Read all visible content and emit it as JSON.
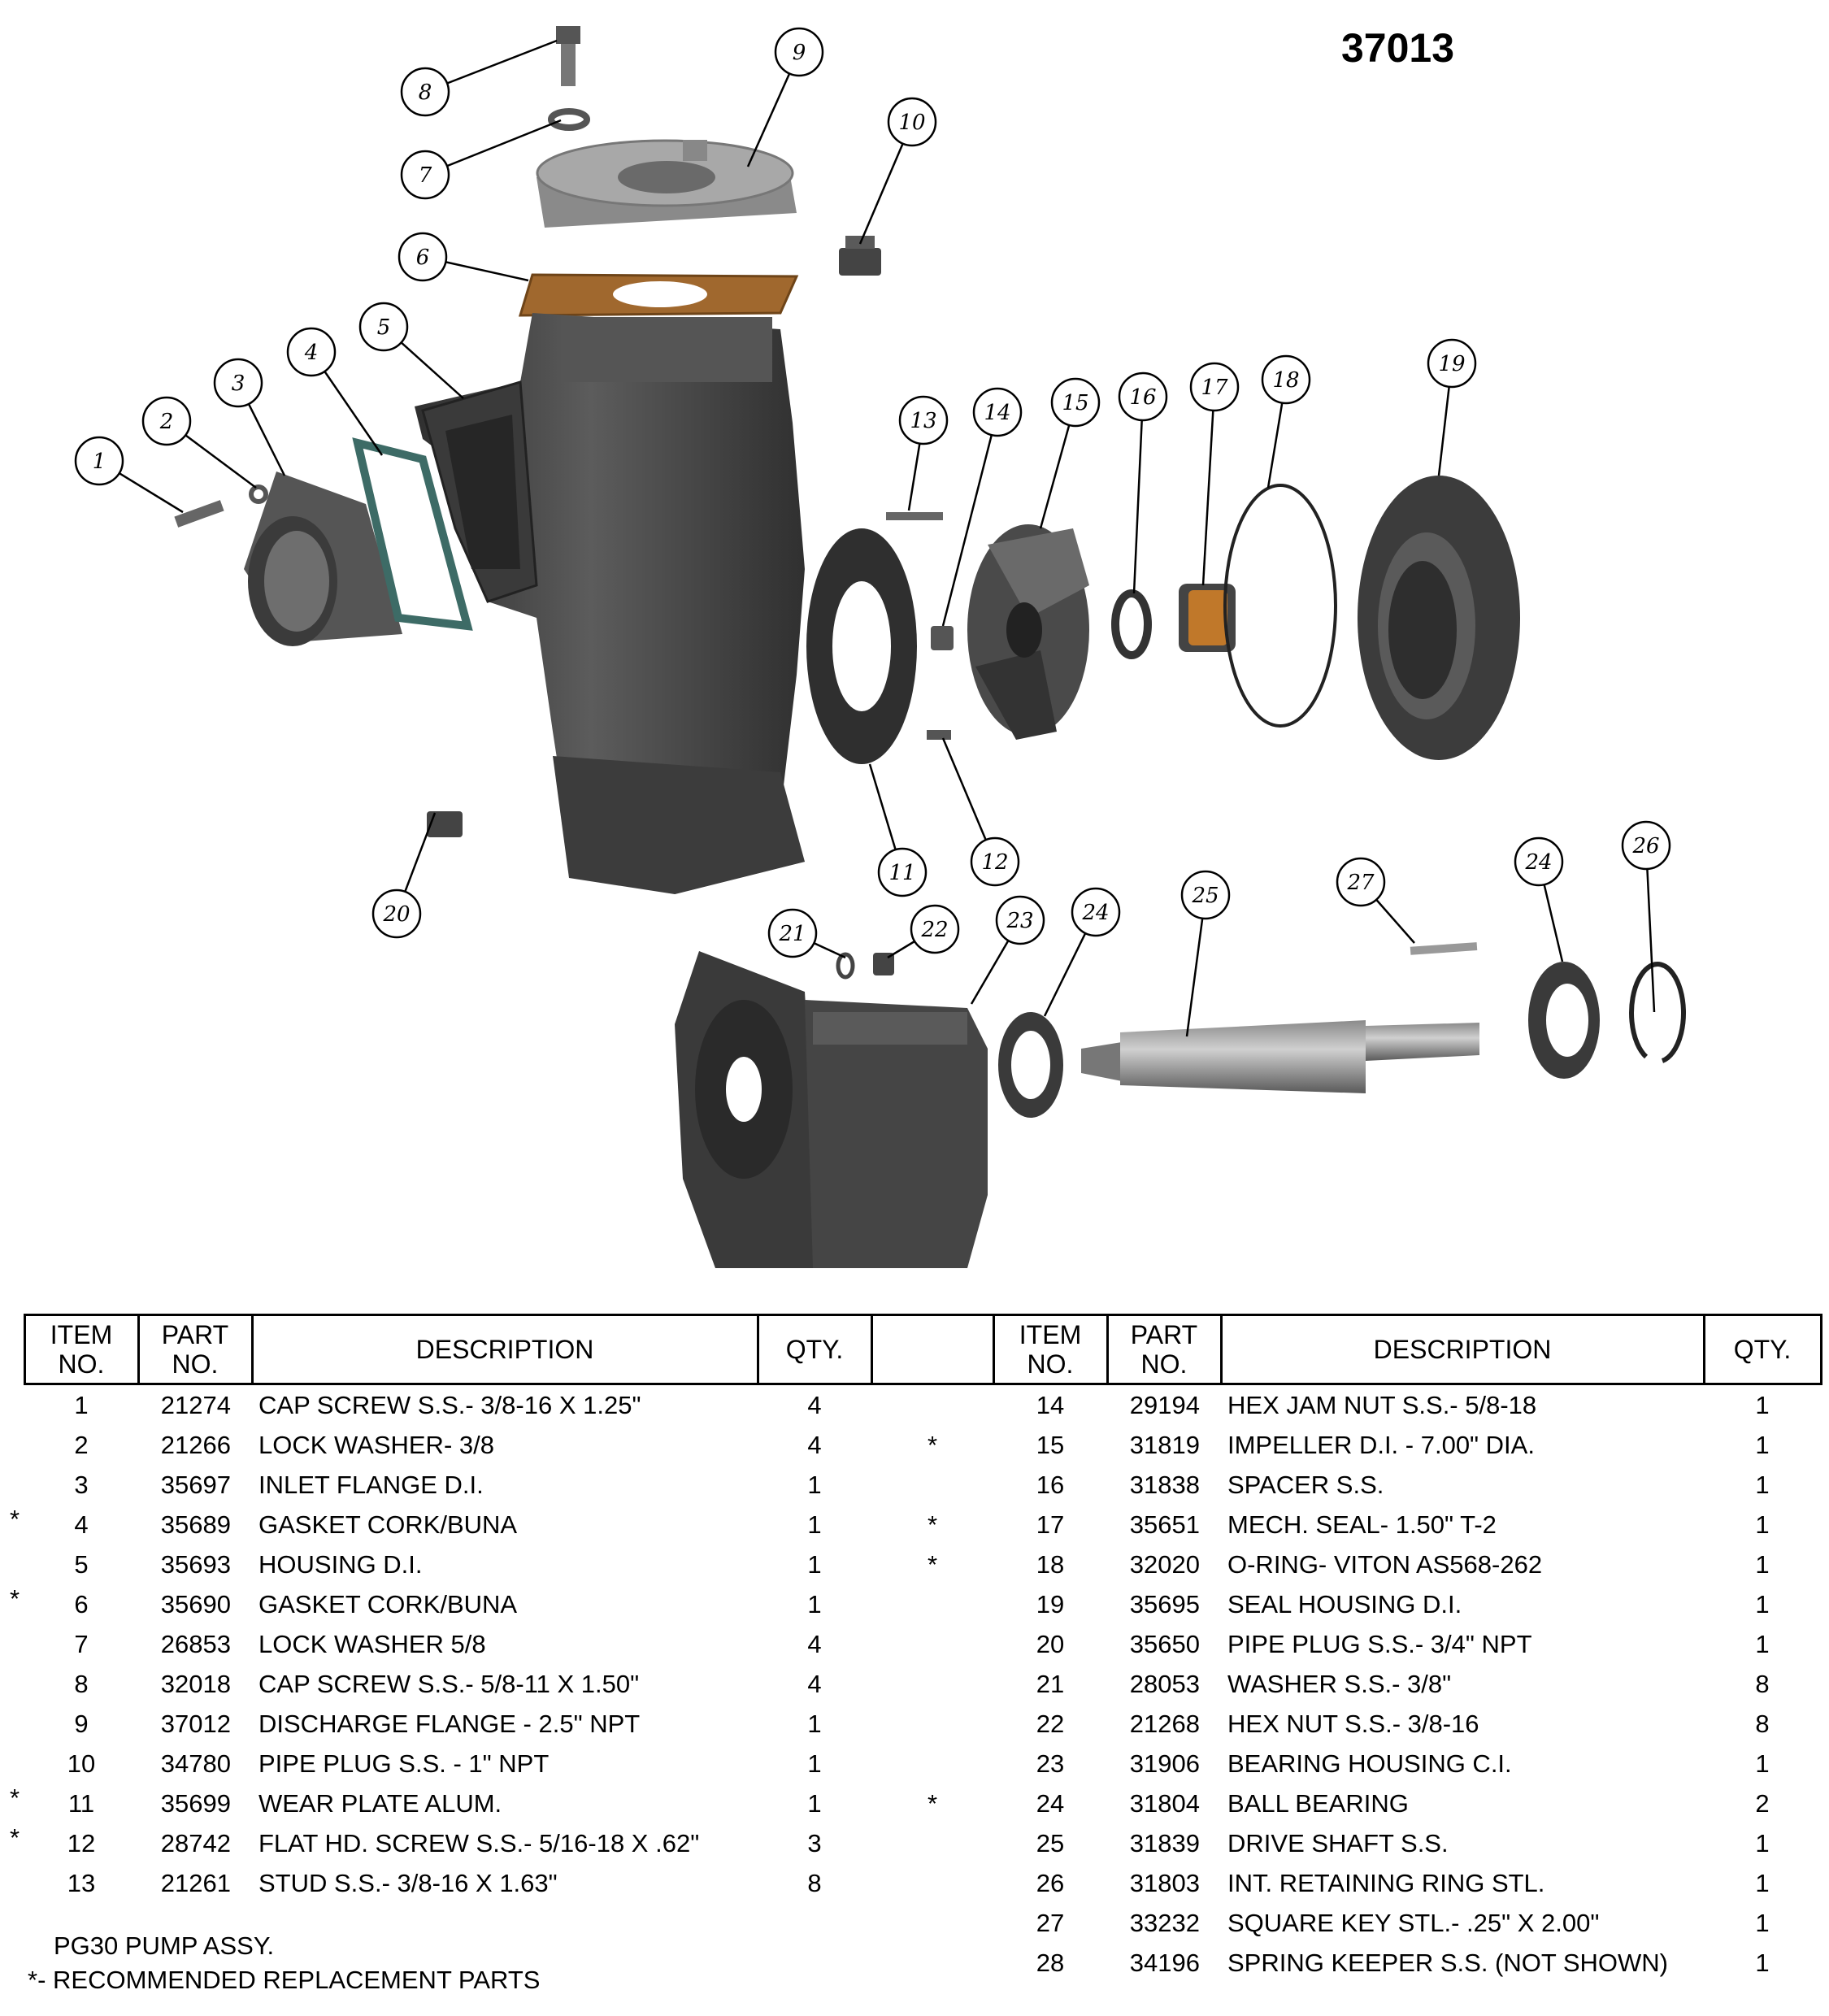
{
  "assembly_number": "37013",
  "callouts": [
    "1",
    "2",
    "3",
    "4",
    "5",
    "6",
    "7",
    "8",
    "9",
    "10",
    "11",
    "12",
    "13",
    "14",
    "15",
    "16",
    "17",
    "18",
    "19",
    "20",
    "21",
    "22",
    "23",
    "24",
    "24",
    "25",
    "26",
    "27"
  ],
  "table": {
    "headers": {
      "item": [
        "ITEM",
        "NO."
      ],
      "part": [
        "PART",
        "NO."
      ],
      "description": "DESCRIPTION",
      "qty": "QTY."
    },
    "left": [
      {
        "star": "",
        "item": "1",
        "part": "21274",
        "desc": "CAP SCREW S.S.-  3/8-16 X 1.25\"",
        "qty": "4"
      },
      {
        "star": "",
        "item": "2",
        "part": "21266",
        "desc": "LOCK WASHER- 3/8",
        "qty": "4"
      },
      {
        "star": "",
        "item": "3",
        "part": "35697",
        "desc": "INLET FLANGE D.I.",
        "qty": "1"
      },
      {
        "star": "*",
        "item": "4",
        "part": "35689",
        "desc": "GASKET CORK/BUNA",
        "qty": "1"
      },
      {
        "star": "",
        "item": "5",
        "part": "35693",
        "desc": "HOUSING D.I.",
        "qty": "1"
      },
      {
        "star": "*",
        "item": "6",
        "part": "35690",
        "desc": "GASKET CORK/BUNA",
        "qty": "1"
      },
      {
        "star": "",
        "item": "7",
        "part": "26853",
        "desc": "LOCK WASHER 5/8",
        "qty": "4"
      },
      {
        "star": "",
        "item": "8",
        "part": "32018",
        "desc": "CAP SCREW S.S.-  5/8-11 X 1.50\"",
        "qty": "4"
      },
      {
        "star": "",
        "item": "9",
        "part": "37012",
        "desc": "DISCHARGE FLANGE  - 2.5\" NPT",
        "qty": "1"
      },
      {
        "star": "",
        "item": "10",
        "part": "34780",
        "desc": "PIPE PLUG S.S. - 1\" NPT",
        "qty": "1"
      },
      {
        "star": "*",
        "item": "11",
        "part": "35699",
        "desc": "WEAR PLATE ALUM.",
        "qty": "1"
      },
      {
        "star": "*",
        "item": "12",
        "part": "28742",
        "desc": "FLAT HD. SCREW S.S.-  5/16-18 X .62\"",
        "qty": "3"
      },
      {
        "star": "",
        "item": "13",
        "part": "21261",
        "desc": "STUD S.S.-  3/8-16 X 1.63\"",
        "qty": "8"
      }
    ],
    "right": [
      {
        "star": "",
        "item": "14",
        "part": "29194",
        "desc": "HEX JAM NUT S.S.- 5/8-18",
        "qty": "1"
      },
      {
        "star": "*",
        "item": "15",
        "part": "31819",
        "desc": "IMPELLER D.I. - 7.00\" DIA.",
        "qty": "1"
      },
      {
        "star": "",
        "item": "16",
        "part": "31838",
        "desc": "SPACER S.S.",
        "qty": "1"
      },
      {
        "star": "*",
        "item": "17",
        "part": "35651",
        "desc": "MECH. SEAL-  1.50\"  T-2",
        "qty": "1"
      },
      {
        "star": "*",
        "item": "18",
        "part": "32020",
        "desc": "O-RING- VITON AS568-262",
        "qty": "1"
      },
      {
        "star": "",
        "item": "19",
        "part": "35695",
        "desc": "SEAL HOUSING D.I.",
        "qty": "1"
      },
      {
        "star": "",
        "item": "20",
        "part": "35650",
        "desc": "PIPE PLUG S.S.- 3/4\" NPT",
        "qty": "1"
      },
      {
        "star": "",
        "item": "21",
        "part": "28053",
        "desc": "WASHER S.S.- 3/8\"",
        "qty": "8"
      },
      {
        "star": "",
        "item": "22",
        "part": "21268",
        "desc": "HEX NUT S.S.- 3/8-16",
        "qty": "8"
      },
      {
        "star": "",
        "item": "23",
        "part": "31906",
        "desc": "BEARING HOUSING C.I.",
        "qty": "1"
      },
      {
        "star": "*",
        "item": "24",
        "part": "31804",
        "desc": "BALL BEARING",
        "qty": "2"
      },
      {
        "star": "",
        "item": "25",
        "part": "31839",
        "desc": "DRIVE SHAFT S.S.",
        "qty": "1"
      },
      {
        "star": "",
        "item": "26",
        "part": "31803",
        "desc": "INT. RETAINING RING STL.",
        "qty": "1"
      },
      {
        "star": "",
        "item": "27",
        "part": "33232",
        "desc": "SQUARE KEY STL.-  .25\" X 2.00\"",
        "qty": "1"
      },
      {
        "star": "",
        "item": "28",
        "part": "34196",
        "desc": "SPRING KEEPER S.S. (NOT SHOWN)",
        "qty": "1"
      }
    ]
  },
  "footer": {
    "assembly_name": "PG30 PUMP ASSY.",
    "note": "*- RECOMMENDED REPLACEMENT PARTS"
  },
  "colors": {
    "casting": "#4a4a4a",
    "casting_light": "#6a6a6a",
    "casting_dark": "#2f2f2f",
    "gasket_brown": "#a0682e",
    "gasket_green": "#3d6b66",
    "flange_grey": "#9c9c9c",
    "seal_copper": "#c0782a"
  }
}
